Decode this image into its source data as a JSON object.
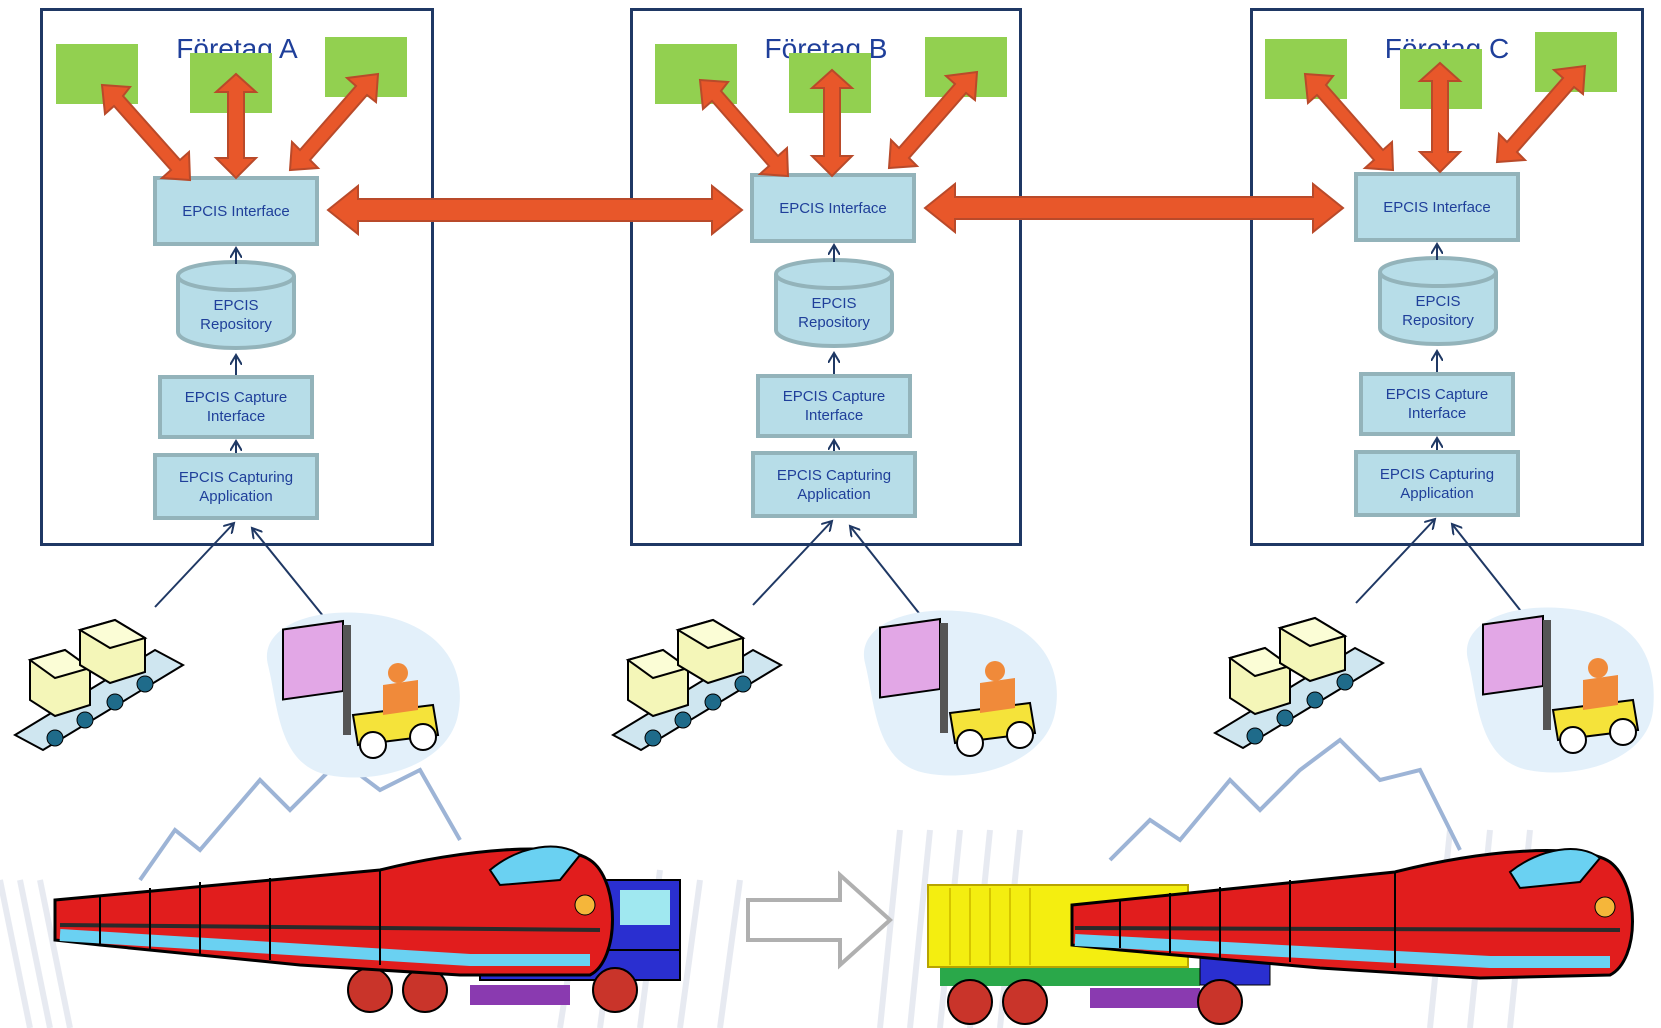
{
  "companies": [
    {
      "title": "Företag A",
      "interface": "EPCIS Interface",
      "repository": [
        "EPCIS",
        "Repository"
      ],
      "capture_interface": [
        "EPCIS Capture",
        "Interface"
      ],
      "capturing_application": [
        "EPCIS Capturing",
        "Application"
      ]
    },
    {
      "title": "Företag B",
      "interface": "EPCIS Interface",
      "repository": [
        "EPCIS",
        "Repository"
      ],
      "capture_interface": [
        "EPCIS Capture",
        "Interface"
      ],
      "capturing_application": [
        "EPCIS Capturing",
        "Application"
      ]
    },
    {
      "title": "Företag C",
      "interface": "EPCIS Interface",
      "repository": [
        "EPCIS",
        "Repository"
      ],
      "capture_interface": [
        "EPCIS Capture",
        "Interface"
      ],
      "capturing_application": [
        "EPCIS Capturing",
        "Application"
      ]
    }
  ],
  "colors": {
    "box_fill": "#b7dde8",
    "box_border": "#93b3ba",
    "text": "#1f3f9a",
    "frame": "#1f3864",
    "green": "#92d050",
    "arrow": "#e8572a",
    "arrow_outline": "#b94a2a"
  },
  "icons": [
    "conveyor-icon",
    "forklift-icon",
    "train-icon",
    "truck-icon",
    "mountain-icon",
    "hollow-arrow-icon"
  ]
}
